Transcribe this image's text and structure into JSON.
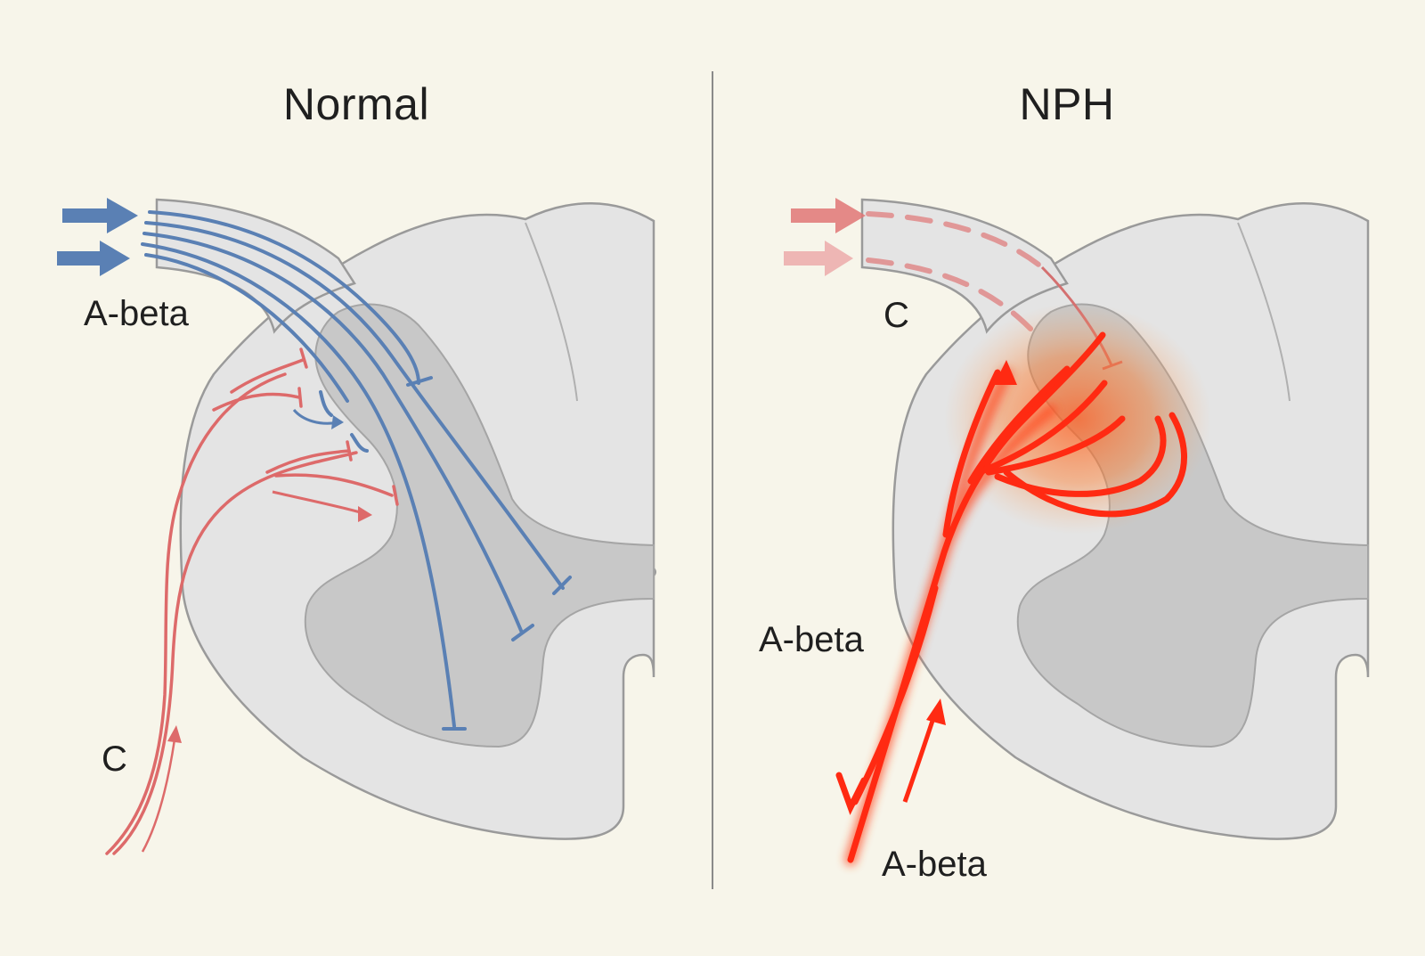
{
  "panels": {
    "normal": {
      "title": "Normal",
      "label_abeta": "A-beta",
      "label_c": "C"
    },
    "nph": {
      "title": "NPH",
      "label_c": "C",
      "label_abeta_upper": "A-beta",
      "label_abeta_lower": "A-beta"
    }
  },
  "colors": {
    "background": "#f7f5ea",
    "white_matter": "#e4e4e4",
    "grey_matter": "#c8c8c8",
    "abeta_fiber": "#5a80b4",
    "c_fiber": "#dd6a6a",
    "sensitized_fiber": "#ff2a12",
    "divider": "#8a8a8a"
  }
}
